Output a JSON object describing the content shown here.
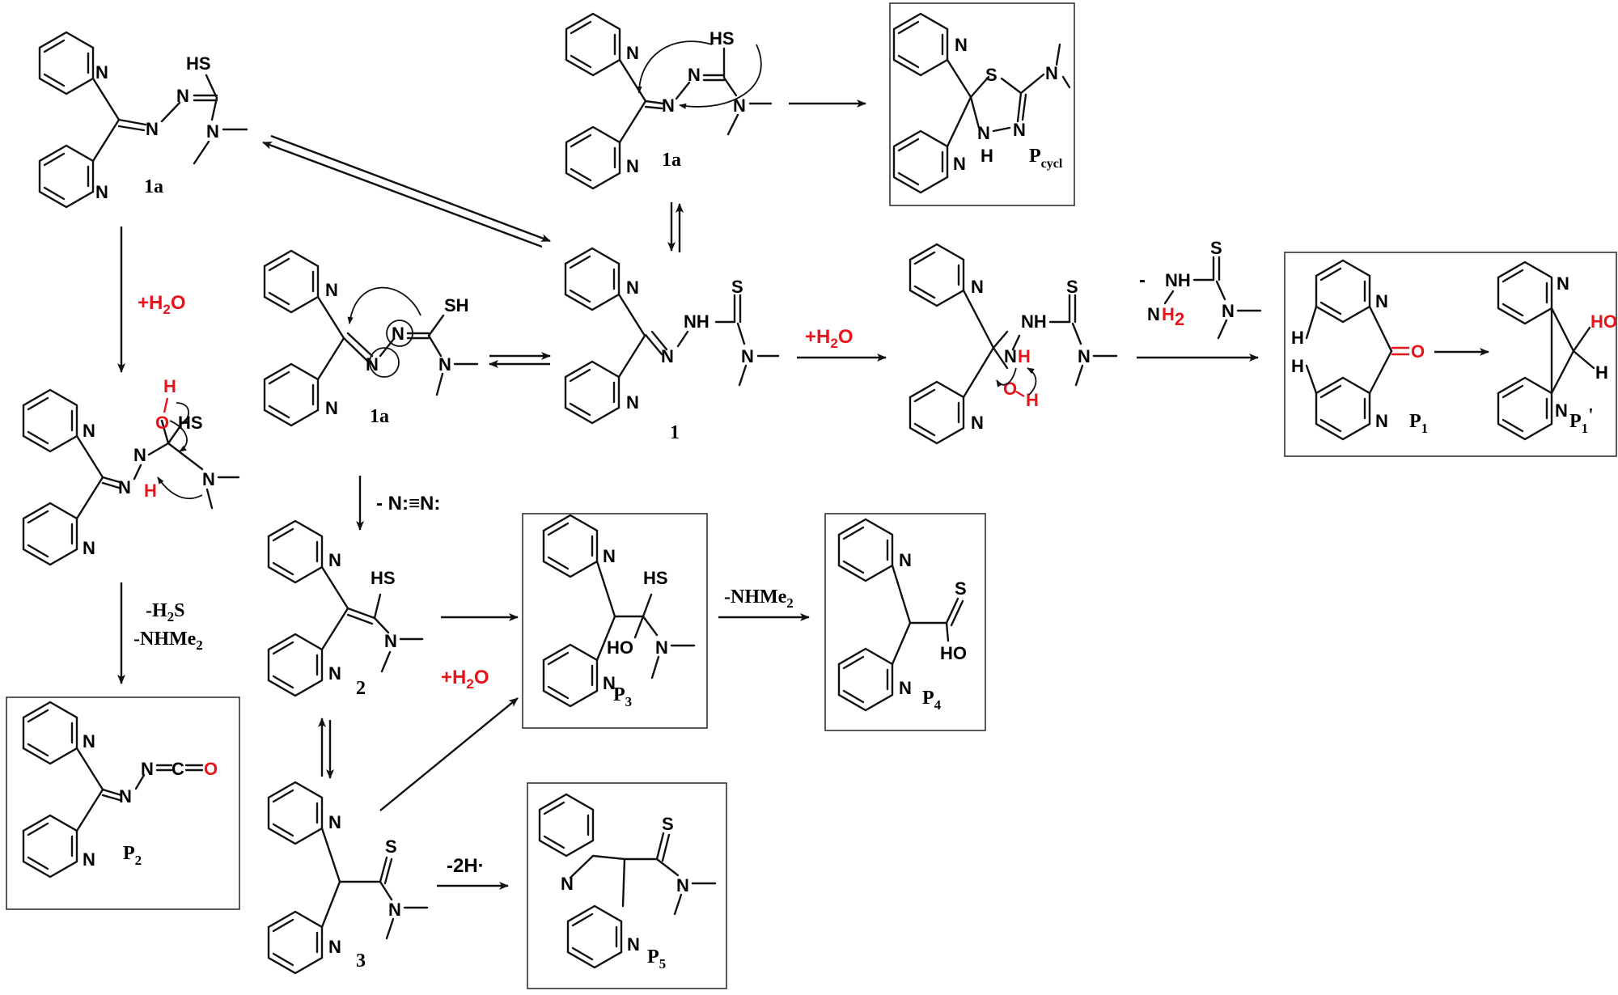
{
  "compounds": {
    "c1a_topleft": "1a",
    "c1a_center": "1a",
    "c1a_top": "1a",
    "c1": "1",
    "c2": "2",
    "c3": "3"
  },
  "products": {
    "pcycl_main": "P",
    "pcycl_sub": "cycl",
    "p1_main": "P",
    "p1_sub": "1",
    "p1prime_main": "P",
    "p1prime_sub": "1",
    "p1prime_mark": "'",
    "p2_main": "P",
    "p2_sub": "2",
    "p3_main": "P",
    "p3_sub": "3",
    "p4_main": "P",
    "p4_sub": "4",
    "p5_main": "P",
    "p5_sub": "5"
  },
  "conditions": {
    "water": "+H",
    "water_sub": "2",
    "water_o": "O",
    "minus_h2s_pre": "-H",
    "minus_h2s_sub": "2",
    "minus_h2s_post": "S",
    "minus_nhme2_pre": "-NHMe",
    "minus_nhme2_sub": "2",
    "minus_n2": "- N:≡N:",
    "minus_2h": "-2H·",
    "minus_dash": "-"
  },
  "colors": {
    "accent_red": "#e8141b",
    "ink": "#000000"
  }
}
